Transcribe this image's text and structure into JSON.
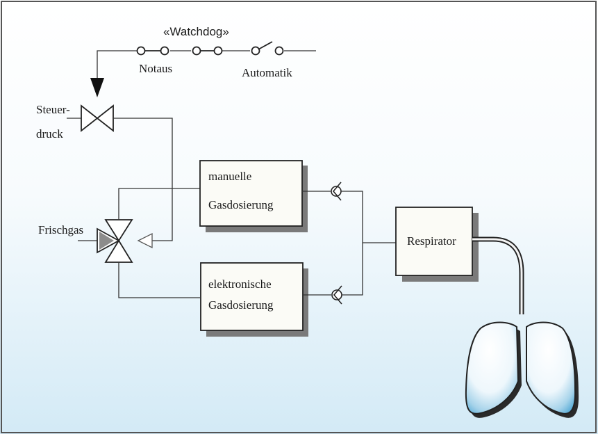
{
  "diagram": {
    "watchdog_label": "«Watchdog»",
    "notaus_label": "Notaus",
    "automatik_label": "Automatik",
    "steuerdruck_line1": "Steuer-",
    "steuerdruck_line2": "druck",
    "frischgas_label": "Frischgas",
    "manual_box_line1": "manuelle",
    "manual_box_line2": "Gasdosierung",
    "electronic_box_line1": "elektronische",
    "electronic_box_line2": "Gasdosierung",
    "respirator_label": "Respirator"
  },
  "colors": {
    "background_top": "#ffffff",
    "background_bottom": "#d6ecf7",
    "box_fill": "#fbfbf6",
    "shadow": "#7a7a7a",
    "lung_fill": "#ffffff",
    "lung_tint": "#5aaed6",
    "frame": "#555555"
  }
}
